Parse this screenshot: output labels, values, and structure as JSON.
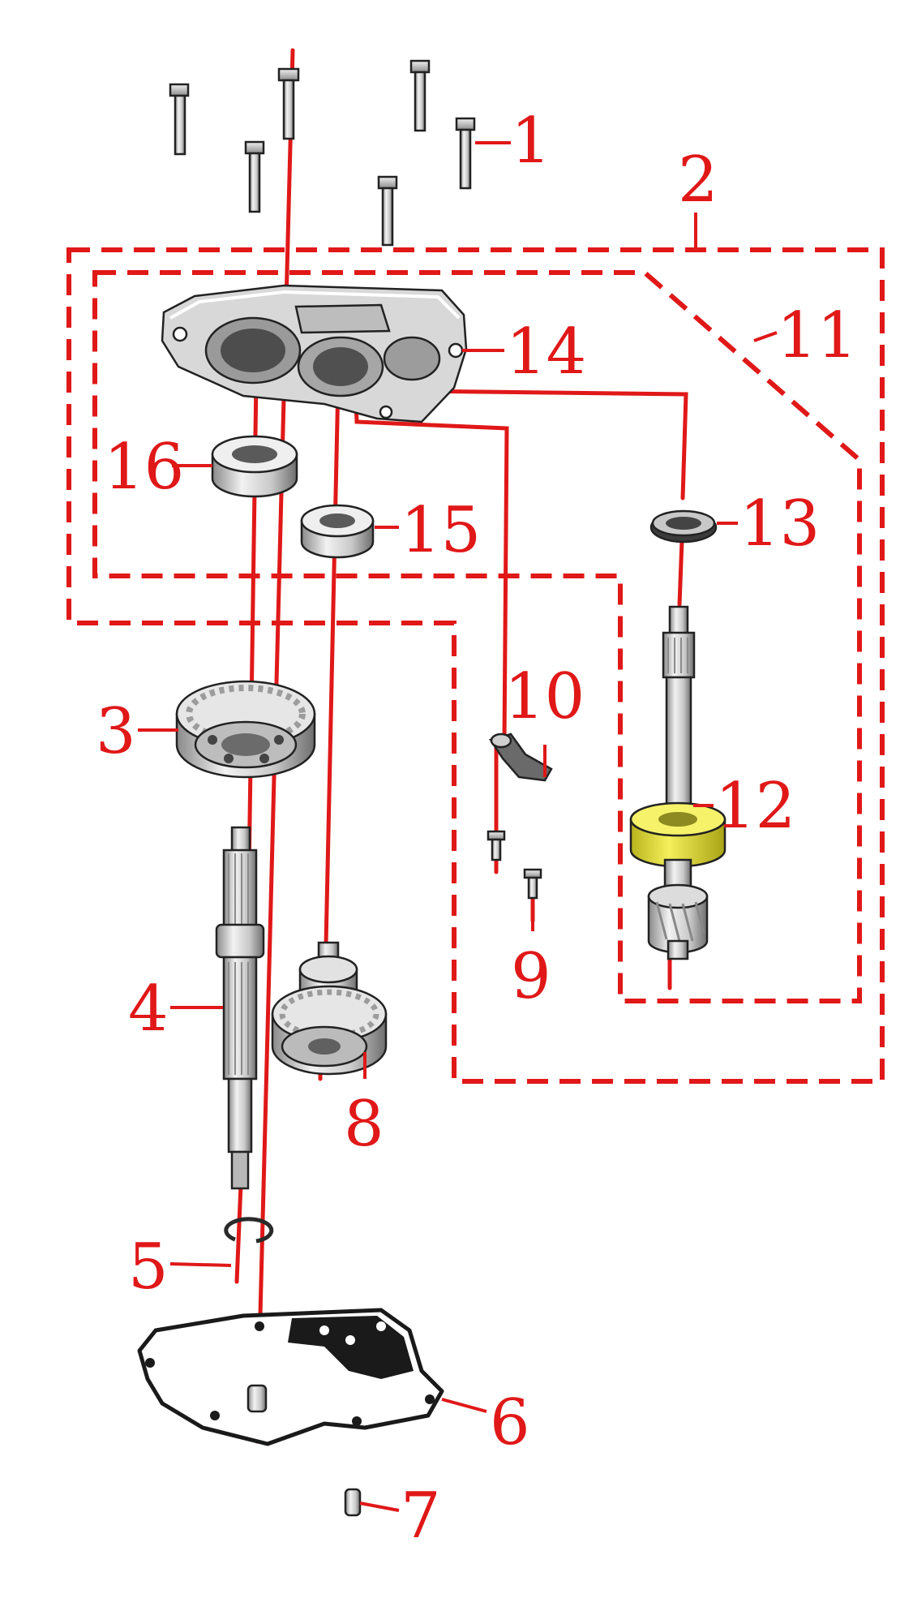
{
  "colors": {
    "accent": "#e01818",
    "highlight": "#ece53a",
    "metal_light": "#e4e4e4",
    "metal_dark": "#6e6e6e",
    "outline": "#222222"
  },
  "callouts": {
    "c1": "1",
    "c2": "2",
    "c3": "3",
    "c4": "4",
    "c5": "5",
    "c6": "6",
    "c7": "7",
    "c8": "8",
    "c9": "9",
    "c10": "10",
    "c11": "11",
    "c12": "12",
    "c13": "13",
    "c14": "14",
    "c15": "15",
    "c16": "16"
  },
  "parts": [
    {
      "callout": "1",
      "icon": "flange-bolt-icon"
    },
    {
      "callout": "2",
      "icon": "assembly-group-icon"
    },
    {
      "callout": "3",
      "icon": "spur-gear-icon"
    },
    {
      "callout": "4",
      "icon": "splined-shaft-icon"
    },
    {
      "callout": "5",
      "icon": "circlip-icon"
    },
    {
      "callout": "6",
      "icon": "gasket-icon"
    },
    {
      "callout": "7",
      "icon": "dowel-pin-icon"
    },
    {
      "callout": "8",
      "icon": "cluster-gear-icon"
    },
    {
      "callout": "9",
      "icon": "small-bolt-icon"
    },
    {
      "callout": "10",
      "icon": "bracket-icon"
    },
    {
      "callout": "11",
      "icon": "sub-assembly-group-icon"
    },
    {
      "callout": "12",
      "icon": "output-shaft-icon"
    },
    {
      "callout": "13",
      "icon": "oil-seal-icon"
    },
    {
      "callout": "14",
      "icon": "gear-case-cover-icon"
    },
    {
      "callout": "15",
      "icon": "ball-bearing-icon"
    },
    {
      "callout": "16",
      "icon": "ball-bearing-icon"
    }
  ]
}
